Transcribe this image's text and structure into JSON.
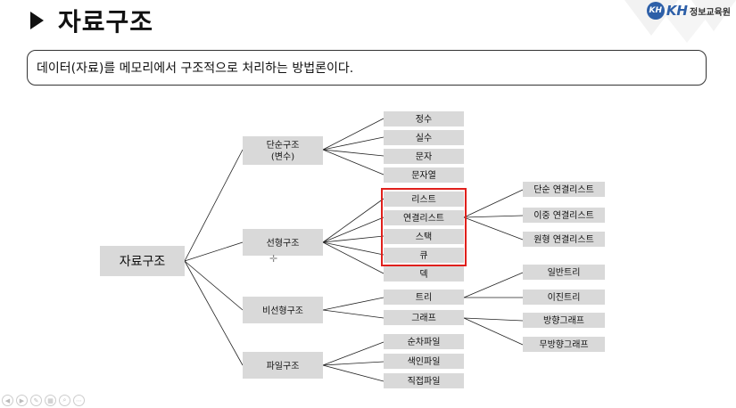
{
  "header": {
    "title": "자료구조",
    "logo_mark": "KH",
    "logo_kh": "KH",
    "logo_name": "정보교육원"
  },
  "definition": "데이터(자료)를 메모리에서 구조적으로 처리하는 방법론이다.",
  "tree": {
    "root": "자료구조",
    "categories": [
      {
        "line1": "단순구조",
        "line2": "(변수)"
      },
      {
        "line1": "선형구조"
      },
      {
        "line1": "비선형구조"
      },
      {
        "line1": "파일구조"
      }
    ],
    "simple": [
      "정수",
      "실수",
      "문자",
      "문자열"
    ],
    "linear": [
      "리스트",
      "연결리스트",
      "스택",
      "큐",
      "덱"
    ],
    "linked_list_types": [
      "단순 연결리스트",
      "이중 연결리스트",
      "원형 연결리스트"
    ],
    "nonlinear": [
      "트리",
      "그래프"
    ],
    "tree_types": [
      "일반트리",
      "이진트리"
    ],
    "graph_types": [
      "방향그래프",
      "무방향그래프"
    ],
    "file": [
      "순차파일",
      "색인파일",
      "직접파일"
    ]
  },
  "colors": {
    "node_fill": "#d9d9d9",
    "highlight_border": "#e0201c",
    "logo_blue": "#2d5fa8"
  }
}
